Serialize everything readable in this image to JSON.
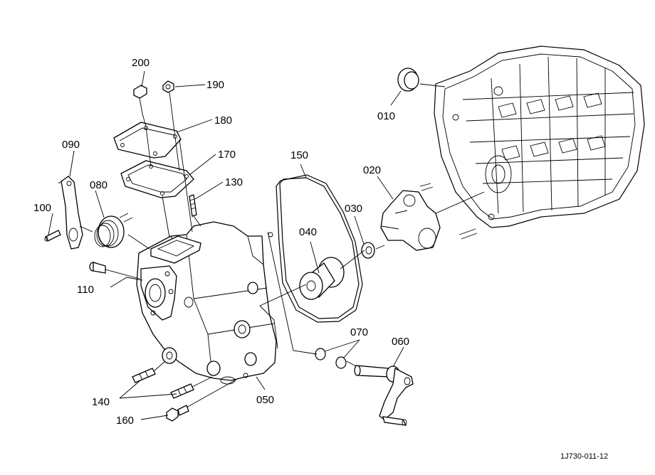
{
  "diagram": {
    "drawing_code": "1J730-011-12",
    "callouts": [
      {
        "id": "010",
        "text": "010"
      },
      {
        "id": "020",
        "text": "020"
      },
      {
        "id": "030",
        "text": "030"
      },
      {
        "id": "040",
        "text": "040"
      },
      {
        "id": "050",
        "text": "050"
      },
      {
        "id": "060",
        "text": "060"
      },
      {
        "id": "070",
        "text": "070"
      },
      {
        "id": "080",
        "text": "080"
      },
      {
        "id": "090",
        "text": "090"
      },
      {
        "id": "100",
        "text": "100"
      },
      {
        "id": "110",
        "text": "110"
      },
      {
        "id": "130",
        "text": "130"
      },
      {
        "id": "140",
        "text": "140"
      },
      {
        "id": "150",
        "text": "150"
      },
      {
        "id": "160",
        "text": "160"
      },
      {
        "id": "170",
        "text": "170"
      },
      {
        "id": "180",
        "text": "180"
      },
      {
        "id": "190",
        "text": "190"
      },
      {
        "id": "200",
        "text": "200"
      }
    ]
  }
}
